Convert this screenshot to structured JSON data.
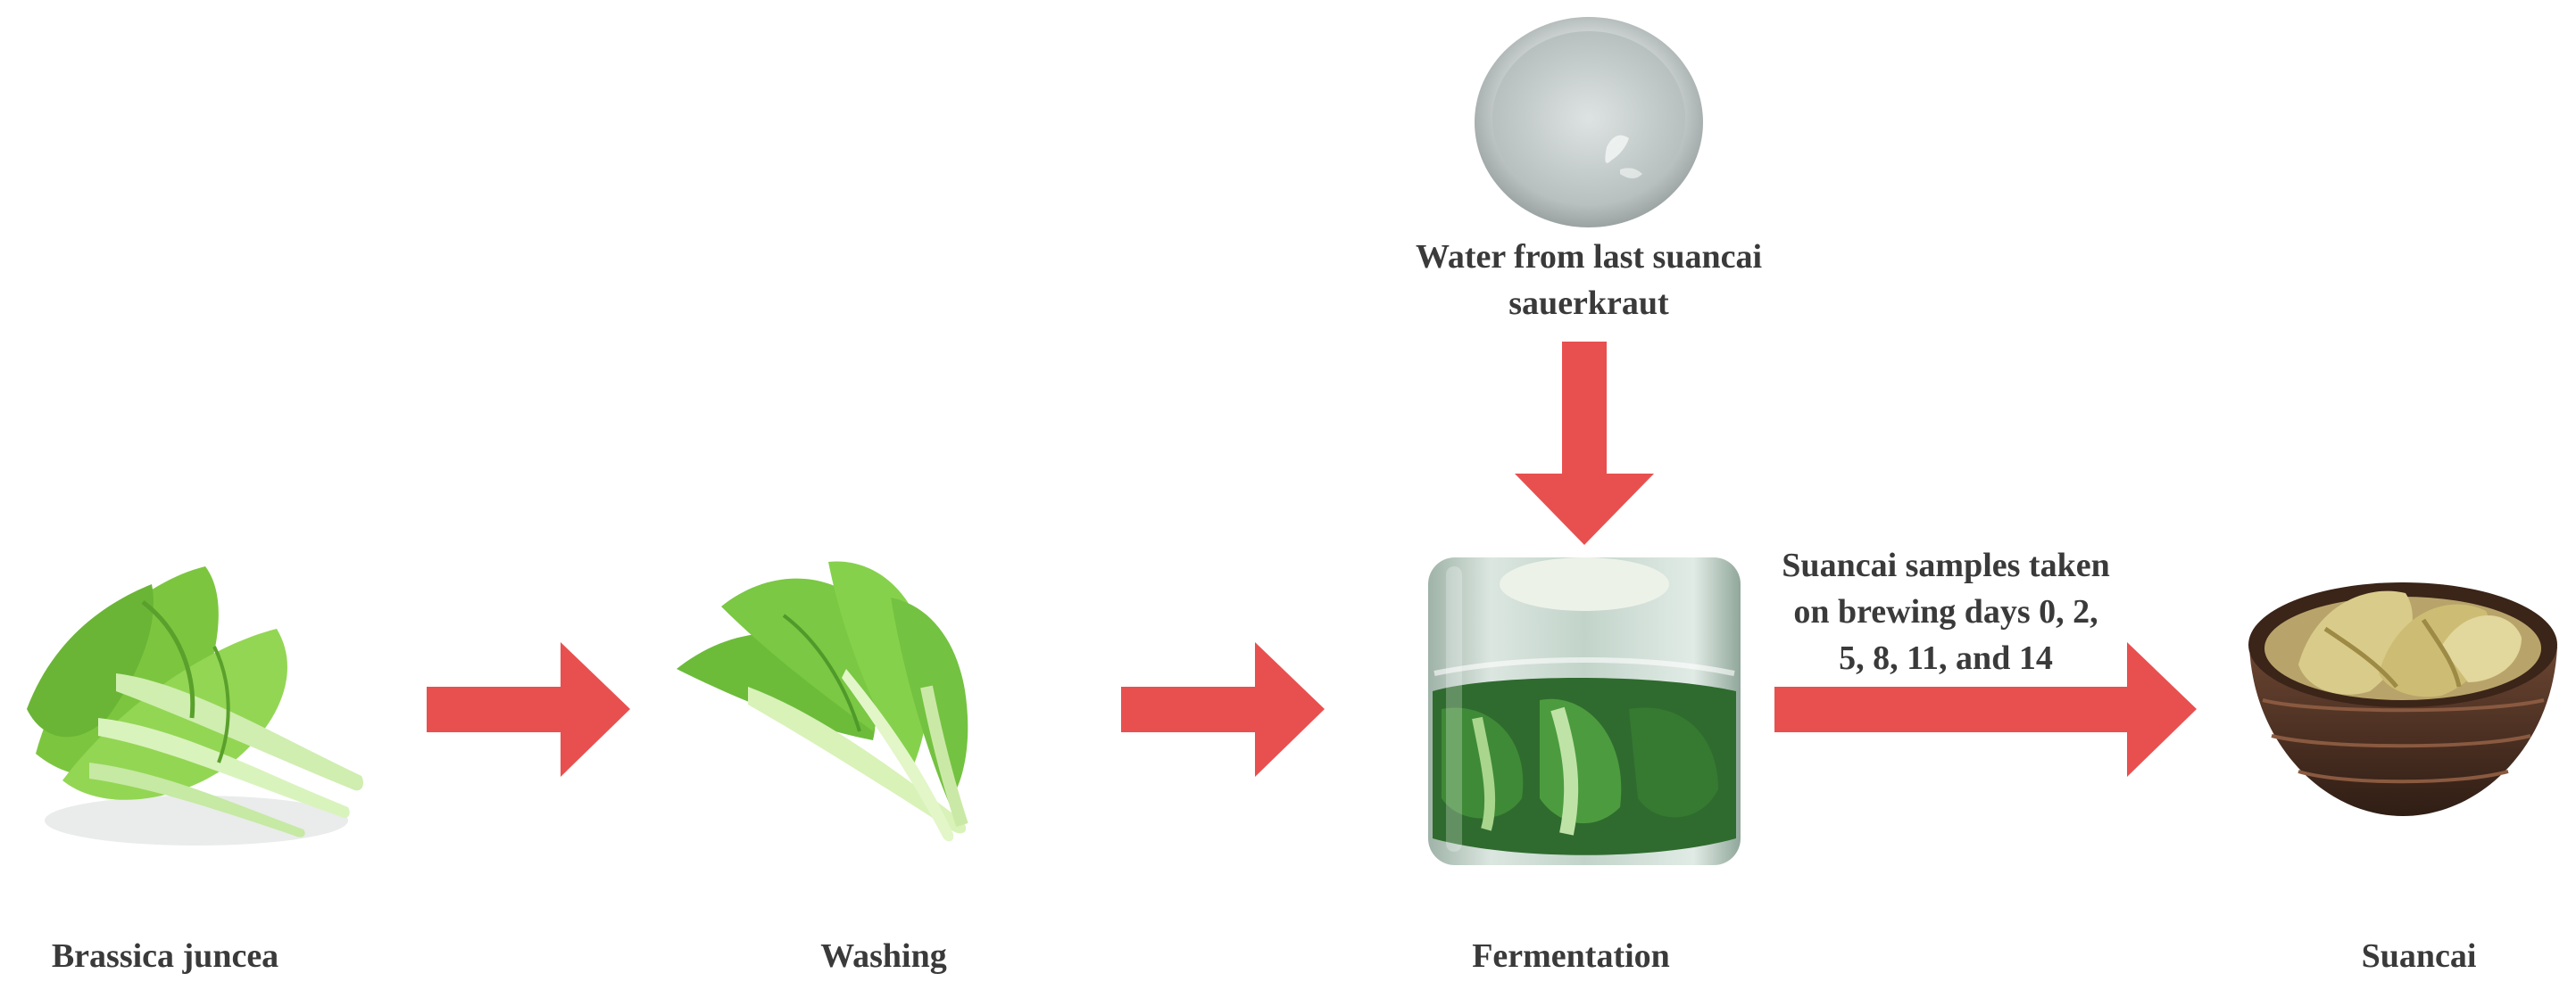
{
  "steps": [
    {
      "label": "Brassica juncea",
      "image": "mustard-greens-photo"
    },
    {
      "label": "Washing",
      "image": "washed-greens-photo"
    },
    {
      "label": "Fermentation",
      "image": "fermentation-jar-photo"
    },
    {
      "label": "Suancai",
      "image": "suancai-bowl-photo"
    }
  ],
  "input": {
    "label_line1": "Water from last suancai",
    "label_line2": "sauerkraut",
    "image": "water-bowl-photo"
  },
  "sampling": {
    "line1": "Suancai samples taken",
    "line2": "on brewing days 0, 2,",
    "line3": "5, 8, 11, and 14"
  },
  "colors": {
    "arrow": "#e8504f",
    "text": "#3a3a3a",
    "greens_light": "#8fd14f",
    "greens_dark": "#4f9a2a",
    "bowl_dark": "#4a2e1f",
    "pickle": "#c9b96a"
  }
}
